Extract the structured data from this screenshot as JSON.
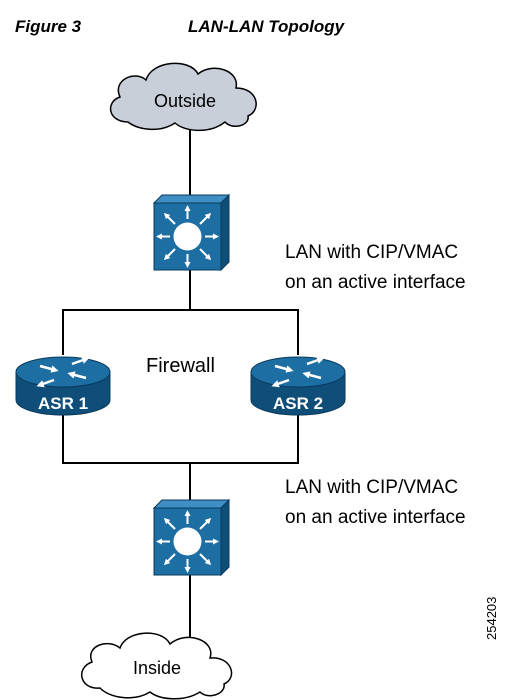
{
  "figure": {
    "number": "Figure 3",
    "title": "LAN-LAN Topology"
  },
  "nodes": {
    "outside_cloud": "Outside",
    "inside_cloud": "Inside",
    "router_1": "ASR 1",
    "router_2": "ASR 2"
  },
  "labels": {
    "firewall": "Firewall",
    "lan_top_line1": "LAN with CIP/VMAC",
    "lan_top_line2": "on an active interface",
    "lan_bottom_line1": "LAN with CIP/VMAC",
    "lan_bottom_line2": "on an active interface"
  },
  "figure_id": "254203",
  "colors": {
    "cloud_fill": "#c9cfd9",
    "device_blue": "#1d6ea3",
    "device_dark": "#0f4e78",
    "device_light": "#3f8fc4"
  },
  "icons": {
    "switch": "multilayer-switch-icon",
    "router": "router-icon",
    "cloud": "cloud-icon"
  }
}
